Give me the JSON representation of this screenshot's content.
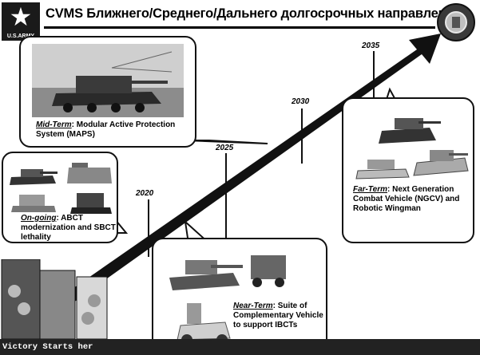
{
  "header": {
    "title": "CVMS Ближнего/Среднего/Дальнего долгосрочных направлений",
    "logo_text": "U.S.ARMY",
    "logo_icon": "army-star-icon",
    "emblem_icon": "command-emblem-icon"
  },
  "timeline": {
    "years": [
      "2020",
      "2025",
      "2030",
      "2035"
    ]
  },
  "callouts": {
    "mid_term": {
      "term": "Mid-Term",
      "text": ": Modular Active Protection System (MAPS)"
    },
    "ongoing": {
      "term": "On-going",
      "text": ": ABCT modernization and SBCT lethality"
    },
    "near_term": {
      "term": "Near-Term",
      "text": ": Suite of Complementary Vehicle to support IBCTs"
    },
    "far_term": {
      "term": "Far-Term",
      "text": ": Next Generation Combat Vehicle (NGCV) and Robotic Wingman"
    }
  },
  "footer": {
    "text": "Victory Starts her"
  },
  "colors": {
    "arrow": "#111111",
    "frame": "#111111"
  }
}
